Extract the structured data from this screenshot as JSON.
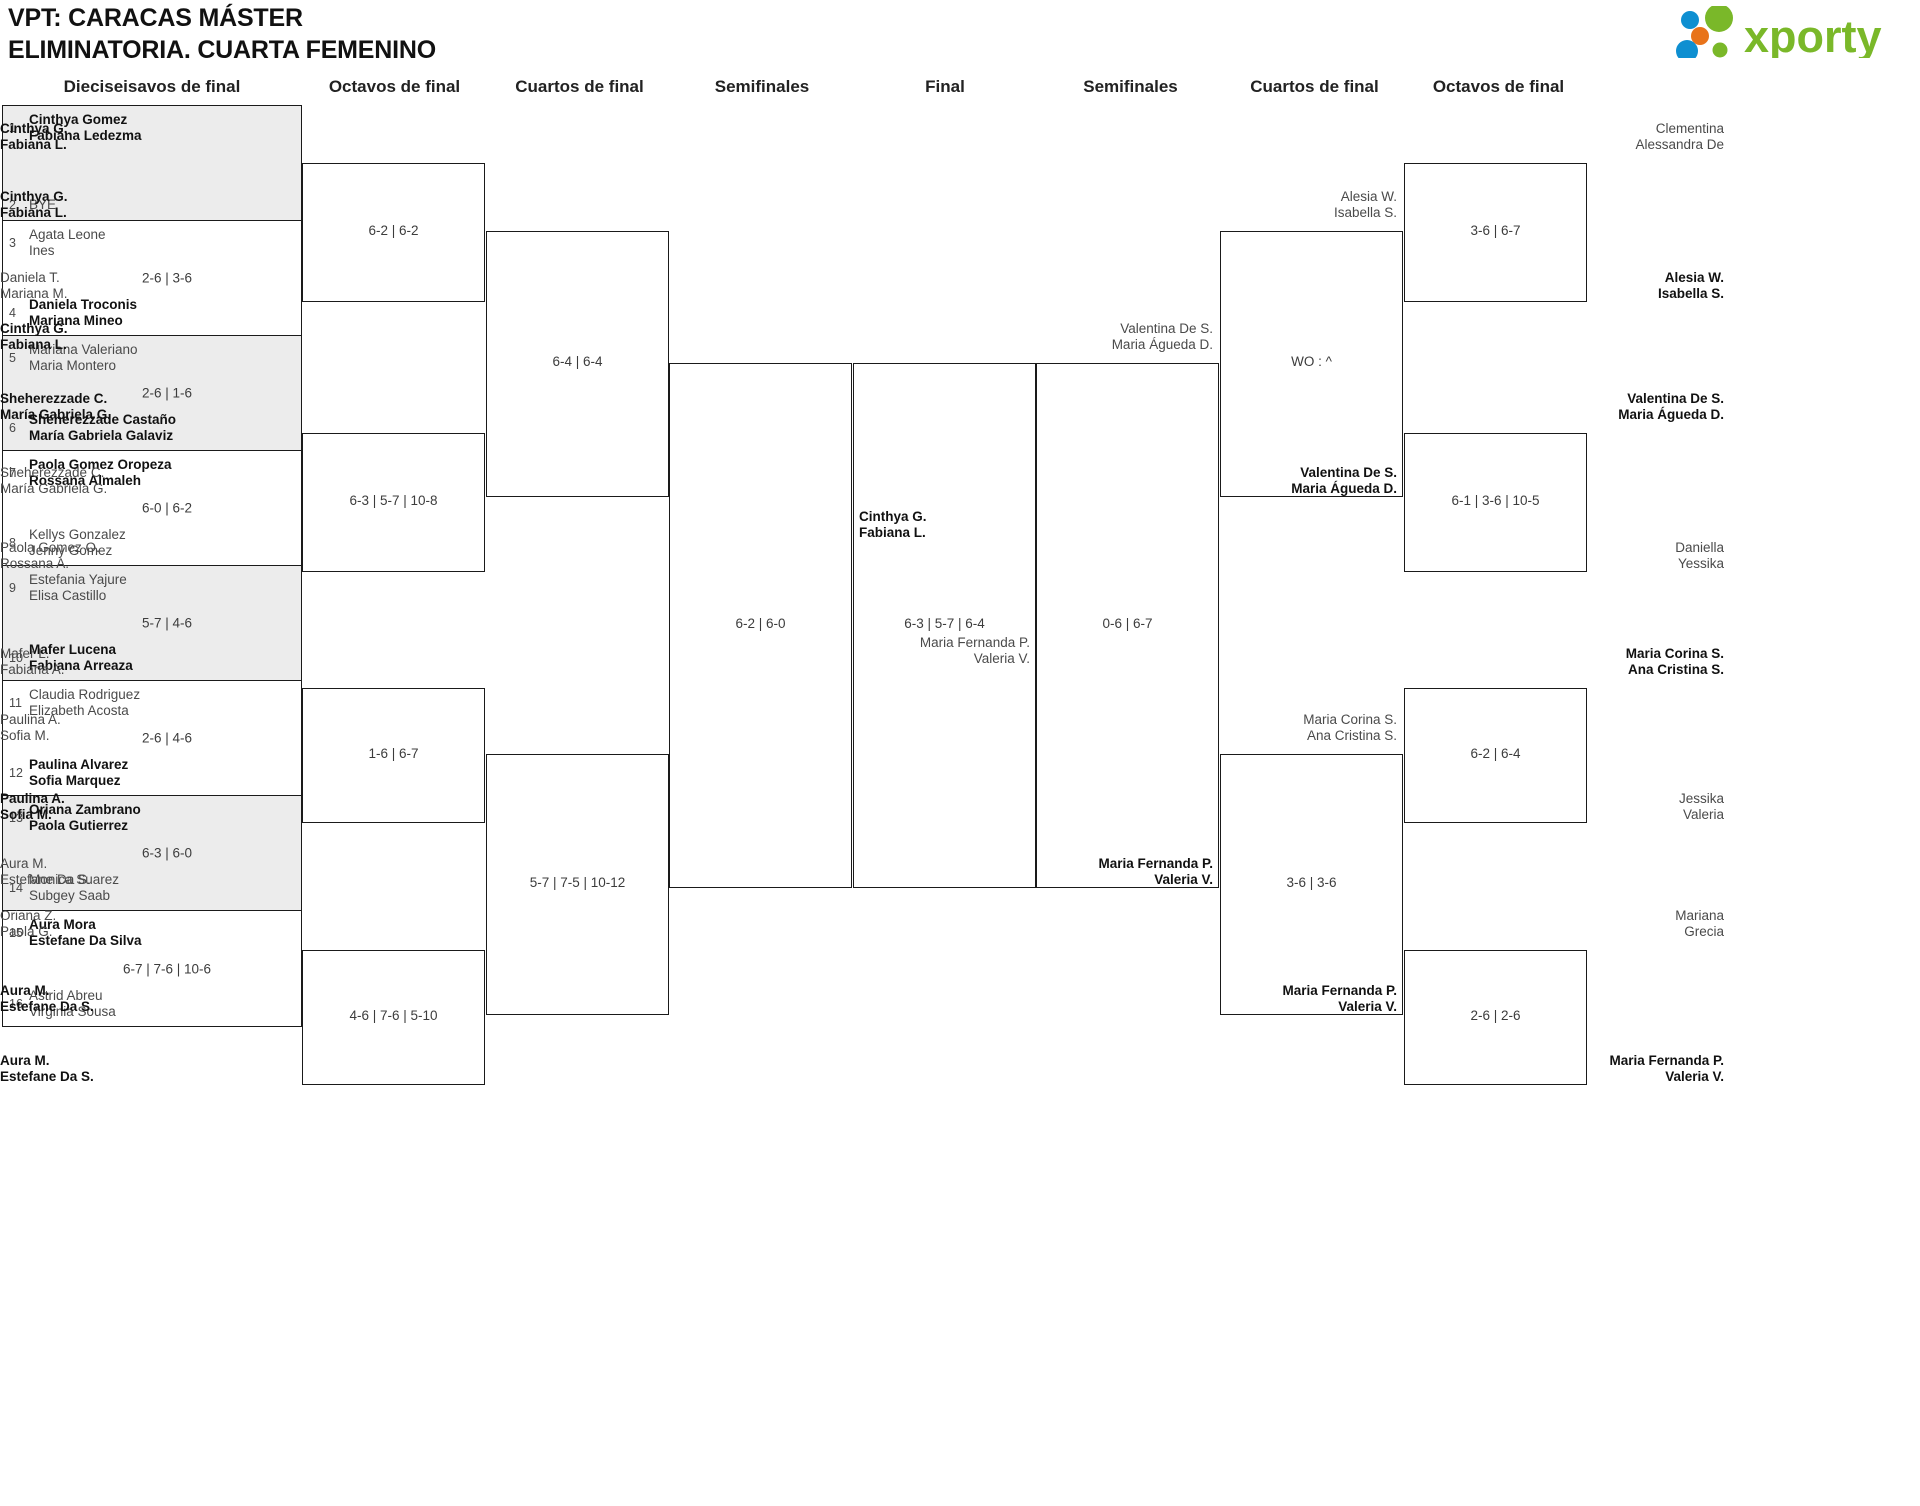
{
  "header": {
    "title": "VPT: CARACAS MÁSTER\nELIMINATORIA. CUARTA FEMENINO",
    "logo_text": "xporty",
    "logo_colors": {
      "green": "#7ab829",
      "blue": "#0e8fd1",
      "orange": "#e8731a"
    }
  },
  "round_headers": [
    {
      "label": "Dieciseisavos de final"
    },
    {
      "label": "Octavos de final"
    },
    {
      "label": "Cuartos de final"
    },
    {
      "label": "Semifinales"
    },
    {
      "label": "Final"
    },
    {
      "label": "Semifinales"
    },
    {
      "label": "Cuartos de final"
    },
    {
      "label": "Octavos de final"
    }
  ],
  "left_r16": [
    {
      "top_seed": "1",
      "top_names": "Cinthya Gomez\nFabiana Ledezma",
      "top_win": true,
      "bot_seed": "2",
      "bot_names": "BYE",
      "bot_win": false,
      "score": "",
      "shaded": true,
      "bye": true
    },
    {
      "top_seed": "3",
      "top_names": "Agata Leone\nInes",
      "top_win": false,
      "bot_seed": "4",
      "bot_names": "Daniela Troconis\nMariana Mineo",
      "bot_win": true,
      "score": "2-6 | 3-6",
      "shaded": false,
      "bye": false
    },
    {
      "top_seed": "5",
      "top_names": "Mariana Valeriano\nMaria Montero",
      "top_win": false,
      "bot_seed": "6",
      "bot_names": "Sheherezzade Castaño\nMaría Gabriela Galaviz",
      "bot_win": true,
      "score": "2-6 | 1-6",
      "shaded": true,
      "bye": false
    },
    {
      "top_seed": "7",
      "top_names": "Paola Gomez Oropeza\nRossana Almaleh",
      "top_win": true,
      "bot_seed": "8",
      "bot_names": "Kellys Gonzalez\nJenny Gomez",
      "bot_win": false,
      "score": "6-0 | 6-2",
      "shaded": false,
      "bye": false
    },
    {
      "top_seed": "9",
      "top_names": "Estefania Yajure\nElisa Castillo",
      "top_win": false,
      "bot_seed": "10",
      "bot_names": "Mafer Lucena\nFabiana Arreaza",
      "bot_win": true,
      "score": "5-7 | 4-6",
      "shaded": true,
      "bye": false
    },
    {
      "top_seed": "11",
      "top_names": "Claudia Rodriguez\nElizabeth Acosta",
      "top_win": false,
      "bot_seed": "12",
      "bot_names": "Paulina Alvarez\nSofia Marquez",
      "bot_win": true,
      "score": "2-6 | 4-6",
      "shaded": false,
      "bye": false
    },
    {
      "top_seed": "13",
      "top_names": "Oriana Zambrano\nPaola Gutierrez",
      "top_win": true,
      "bot_seed": "14",
      "bot_names": "Monica Suarez\nSubgey Saab",
      "bot_win": false,
      "score": "6-3 | 6-0",
      "shaded": true,
      "bye": false
    },
    {
      "top_seed": "15",
      "top_names": "Aura Mora\nEstefane Da Silva",
      "top_win": true,
      "bot_seed": "16",
      "bot_names": "Astrid Abreu\nVirginia Sousa",
      "bot_win": false,
      "score": "6-7 | 7-6 | 10-6",
      "shaded": false,
      "bye": false
    }
  ],
  "left_r8": [
    {
      "top": "Cinthya G.\nFabiana L.",
      "top_win": true,
      "bot": "Daniela T.\nMariana M.",
      "bot_win": false,
      "score": "6-2 | 6-2"
    },
    {
      "top": "Sheherezzade C.\nMaría Gabriela G.",
      "top_win": true,
      "bot": "Paola Gomez O.\nRossana A.",
      "bot_win": false,
      "score": "6-3 | 5-7 | 10-8"
    },
    {
      "top": "Mafer L.\nFabiana A.",
      "top_win": false,
      "bot": "Paulina A.\nSofia M.",
      "bot_win": true,
      "score": "1-6 | 6-7"
    },
    {
      "top": "Oriana Z.\nPaola G.",
      "top_win": false,
      "bot": "Aura M.\nEstefane Da S.",
      "bot_win": true,
      "score": "4-6 | 7-6 | 5-10"
    }
  ],
  "left_qf": [
    {
      "top": "Cinthya G.\nFabiana L.",
      "top_win": true,
      "bot": "Sheherezzade C.\nMaría Gabriela G.",
      "bot_win": false,
      "score": "6-4 | 6-4"
    },
    {
      "top": "Paulina A.\nSofia M.",
      "top_win": false,
      "bot": "Aura M.\nEstefane Da S.",
      "bot_win": true,
      "score": "5-7 | 7-5 | 10-12"
    }
  ],
  "left_sf": [
    {
      "top": "Cinthya G.\nFabiana L.",
      "top_win": true,
      "bot": "Aura M.\nEstefane Da S.",
      "bot_win": false,
      "score": "6-2 | 6-0"
    }
  ],
  "final": {
    "top": "Cinthya G.\nFabiana L.",
    "top_win": true,
    "bot": "Maria Fernanda P.\nValeria V.",
    "bot_win": false,
    "score": "6-3 | 5-7 | 6-4"
  },
  "right_sf": [
    {
      "top": "Valentina De S.\nMaria Águeda D.",
      "top_win": false,
      "bot": "Maria Fernanda P.\nValeria V.",
      "bot_win": true,
      "score": "0-6 | 6-7"
    }
  ],
  "right_qf": [
    {
      "top": "Alesia W.\nIsabella S.",
      "top_win": false,
      "bot": "Valentina De S.\nMaria Águeda D.",
      "bot_win": true,
      "score": "WO : ^"
    },
    {
      "top": "Maria Corina S.\nAna Cristina S.",
      "top_win": false,
      "bot": "Maria Fernanda P.\nValeria V.",
      "bot_win": true,
      "score": "3-6 | 3-6"
    }
  ],
  "right_r8": [
    {
      "top": "Clementina\nAlessandra De",
      "top_win": false,
      "bot": "Alesia W.\nIsabella S.",
      "bot_win": true,
      "score": "3-6 | 6-7"
    },
    {
      "top": "Valentina De S.\nMaria Águeda D.",
      "top_win": true,
      "bot": "Daniella\nYessika",
      "bot_win": false,
      "score": "6-1 | 3-6 | 10-5"
    },
    {
      "top": "Maria Corina S.\nAna Cristina S.",
      "top_win": true,
      "bot": "Jessika\nValeria",
      "bot_win": false,
      "score": "6-2 | 6-4"
    },
    {
      "top": "Mariana\nGrecia",
      "top_win": false,
      "bot": "Maria Fernanda P.\nValeria V.",
      "bot_win": true,
      "score": "2-6 | 2-6"
    }
  ]
}
